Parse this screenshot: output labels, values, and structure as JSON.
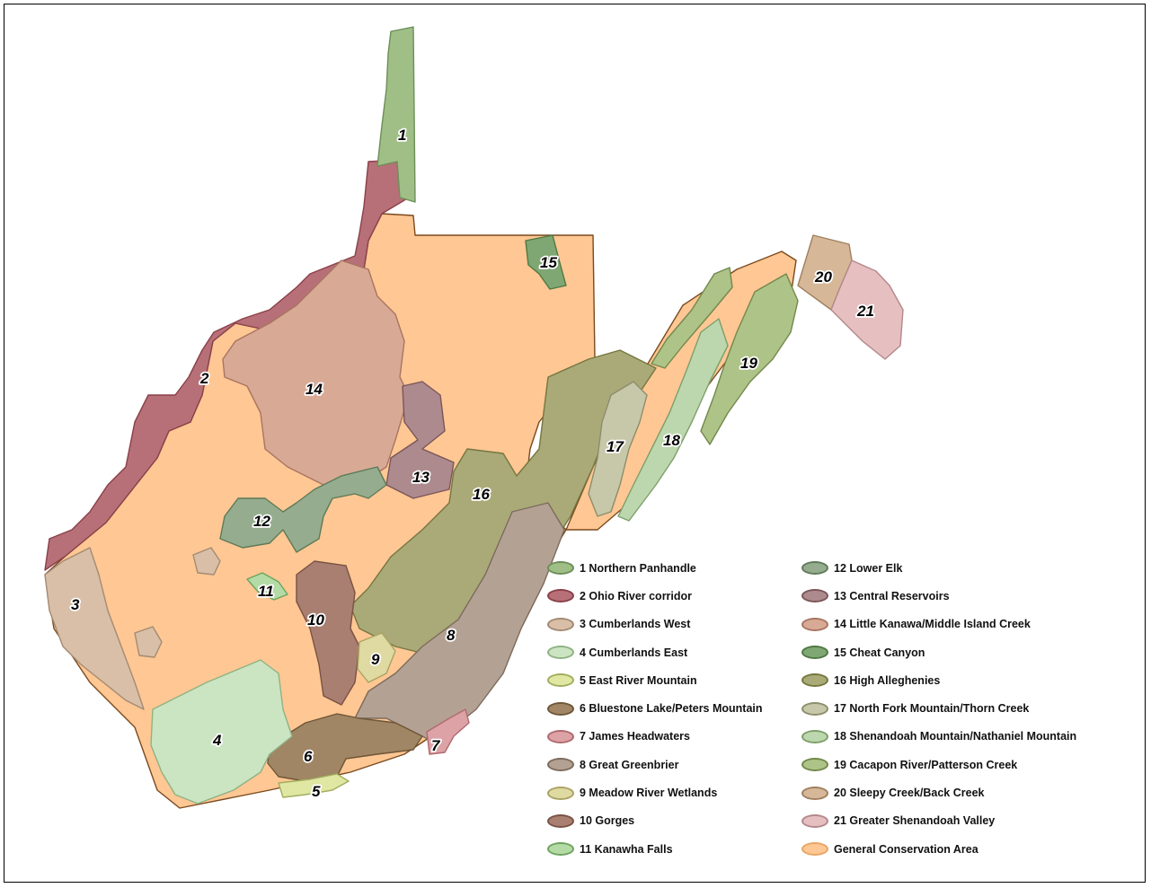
{
  "colors": {
    "general": "#fec793",
    "outline": "#7a4a1e",
    "state_border": "#777777"
  },
  "regions": [
    {
      "id": 1,
      "label": "1",
      "name": "Northern Panhandle",
      "fill": "#9fbf87",
      "stroke": "#6b8f58"
    },
    {
      "id": 2,
      "label": "2",
      "name": "Ohio River corridor",
      "fill": "#b77077",
      "stroke": "#8a4049"
    },
    {
      "id": 3,
      "label": "3",
      "name": "Cumberlands West",
      "fill": "#d9bfa7",
      "stroke": "#a48a72"
    },
    {
      "id": 4,
      "label": "4",
      "name": "Cumberlands East",
      "fill": "#cbe5c2",
      "stroke": "#8fb283"
    },
    {
      "id": 5,
      "label": "5",
      "name": "East River Mountain",
      "fill": "#dfe7a3",
      "stroke": "#a3ad5d"
    },
    {
      "id": 6,
      "label": "6",
      "name": "Bluestone Lake/Peters Mountain",
      "fill": "#a08665",
      "stroke": "#6e5638"
    },
    {
      "id": 7,
      "label": "7",
      "name": "James Headwaters",
      "fill": "#dca2a6",
      "stroke": "#b06a70"
    },
    {
      "id": 8,
      "label": "8",
      "name": "Great Greenbrier",
      "fill": "#b3a294",
      "stroke": "#7d6b5c"
    },
    {
      "id": 9,
      "label": "9",
      "name": "Meadow River Wetlands",
      "fill": "#dfd9a2",
      "stroke": "#aaa363"
    },
    {
      "id": 10,
      "label": "10",
      "name": "Gorges",
      "fill": "#a97f71",
      "stroke": "#7a5244"
    },
    {
      "id": 11,
      "label": "11",
      "name": "Kanawha Falls",
      "fill": "#b4dba6",
      "stroke": "#6ea35f"
    },
    {
      "id": 12,
      "label": "12",
      "name": "Lower Elk",
      "fill": "#95ad8e",
      "stroke": "#5f7a58"
    },
    {
      "id": 13,
      "label": "13",
      "name": "Central Reservoirs",
      "fill": "#ad8a8d",
      "stroke": "#7b5559"
    },
    {
      "id": 14,
      "label": "14",
      "name": "Little Kanawa/Middle Island Creek",
      "fill": "#d8aa96",
      "stroke": "#a87561"
    },
    {
      "id": 15,
      "label": "15",
      "name": "Cheat Canyon",
      "fill": "#7fa773",
      "stroke": "#4f7844"
    },
    {
      "id": 16,
      "label": "16",
      "name": "High Alleghenies",
      "fill": "#aaaa79",
      "stroke": "#76763f"
    },
    {
      "id": 17,
      "label": "17",
      "name": "North Fork Mountain/Thorn Creek",
      "fill": "#c7c7a9",
      "stroke": "#8d8d6c"
    },
    {
      "id": 18,
      "label": "18",
      "name": "Shenandoah Mountain/Nathaniel Mountain",
      "fill": "#bcd7ad",
      "stroke": "#7d9f6c"
    },
    {
      "id": 19,
      "label": "19",
      "name": "Cacapon River/Patterson Creek",
      "fill": "#aec387",
      "stroke": "#73884c"
    },
    {
      "id": 20,
      "label": "20",
      "name": "Sleepy Creek/Back Creek",
      "fill": "#d6b797",
      "stroke": "#9e8060"
    },
    {
      "id": 21,
      "label": "21",
      "name": "Greater Shenandoah Valley",
      "fill": "#e6bfc1",
      "stroke": "#b3888b"
    }
  ],
  "legend": {
    "column_1": [
      {
        "region": 1,
        "text": "1  Northern Panhandle"
      },
      {
        "region": 2,
        "text": "2  Ohio River corridor"
      },
      {
        "region": 3,
        "text": "3  Cumberlands West"
      },
      {
        "region": 4,
        "text": "4  Cumberlands East"
      },
      {
        "region": 5,
        "text": "5  East River Mountain"
      },
      {
        "region": 6,
        "text": "6  Bluestone Lake/Peters Mountain"
      },
      {
        "region": 7,
        "text": "7  James Headwaters"
      },
      {
        "region": 8,
        "text": "8  Great Greenbrier"
      },
      {
        "region": 9,
        "text": "9  Meadow River Wetlands"
      },
      {
        "region": 10,
        "text": "10  Gorges"
      },
      {
        "region": 11,
        "text": "11  Kanawha Falls"
      }
    ],
    "column_2": [
      {
        "region": 12,
        "text": "12  Lower Elk"
      },
      {
        "region": 13,
        "text": "13  Central Reservoirs"
      },
      {
        "region": 14,
        "text": "14  Little Kanawa/Middle Island Creek"
      },
      {
        "region": 15,
        "text": "15  Cheat Canyon"
      },
      {
        "region": 16,
        "text": "16  High Alleghenies"
      },
      {
        "region": 17,
        "text": "17  North Fork Mountain/Thorn Creek"
      },
      {
        "region": 18,
        "text": "18  Shenandoah Mountain/Nathaniel Mountain"
      },
      {
        "region": 19,
        "text": "19  Cacapon River/Patterson Creek"
      },
      {
        "region": 20,
        "text": "20  Sleepy Creek/Back Creek"
      },
      {
        "region": 21,
        "text": "21  Greater Shenandoah Valley"
      },
      {
        "region": "general",
        "text": "General Conservation Area"
      }
    ]
  }
}
